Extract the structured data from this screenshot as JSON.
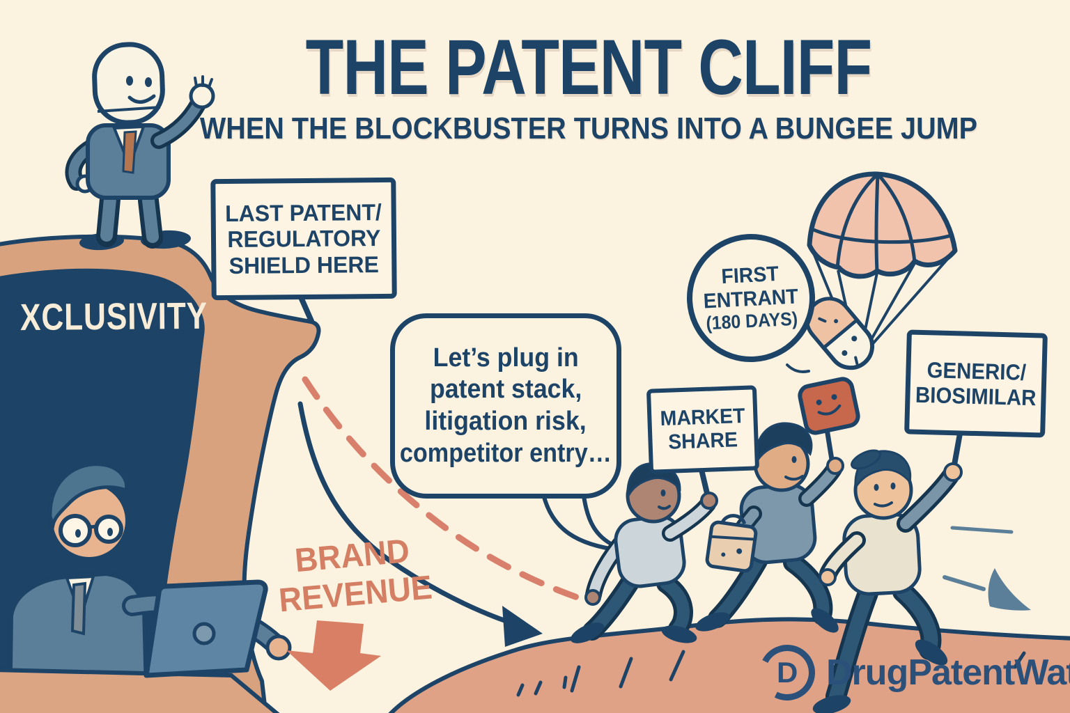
{
  "title": {
    "main": "THE PATENT CLIFF",
    "subtitle": "WHEN THE BLOCKBUSTER TURNS INTO A BUNGEE JUMP"
  },
  "cliff_label": "XCLUSIVITY",
  "signs": {
    "shield": {
      "lines": [
        "LAST PATENT/",
        "REGULATORY",
        "SHIELD HERE"
      ]
    },
    "market_share": {
      "lines": [
        "MARKET",
        "SHARE"
      ]
    },
    "generic_biosimilar": {
      "lines": [
        "GENERIC/",
        "BIOSIMILAR"
      ]
    }
  },
  "badge_first_entrant": {
    "lines": [
      "FIRST",
      "ENTRANT",
      "(180 DAYS)"
    ]
  },
  "speech_bubble": {
    "lines": [
      "Let’s plug in",
      "patent stack,",
      "litigation risk,",
      "competitor entry…"
    ]
  },
  "brand_revenue": {
    "lines": [
      "BRAND",
      "REVENUE"
    ]
  },
  "logo": {
    "monogram": "D",
    "text": "DrugPatentWatch"
  },
  "colors": {
    "background": "#fcf2e0",
    "navy": "#1d4366",
    "slate": "#5b7f98",
    "salmon": "#d8806b",
    "ground_tan": "#dfa287",
    "cliff_tan": "#d9a27e",
    "parachute_salmon": "#f2c3ac",
    "paddle_red": "#c7684c",
    "cream_text": "#f6ecd7",
    "logo_navy": "#2b517a"
  }
}
